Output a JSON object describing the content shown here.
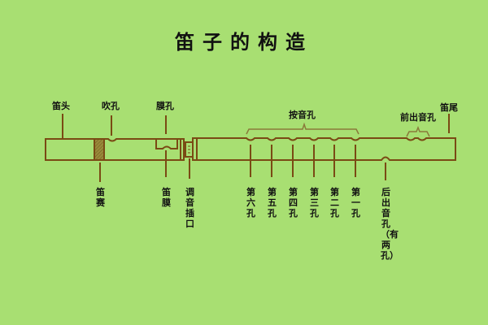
{
  "title": "笛子的构造",
  "colors": {
    "background": "#a8df72",
    "outline": "#7a4a14",
    "bracket": "#8a7a3a",
    "plug": "#8a7a30",
    "text": "#111111"
  },
  "top_labels": {
    "head": "笛头",
    "blow_hole": "吹孔",
    "membrane_hole": "膜孔",
    "finger_holes": "按音孔",
    "front_out_holes": "前出音孔",
    "tail": "笛尾"
  },
  "bottom_labels": {
    "plug": "笛赛",
    "membrane": "笛膜",
    "tuning_joint": "调音插口",
    "hole6": "第六孔",
    "hole5": "第五孔",
    "hole4": "第四孔",
    "hole3": "第三孔",
    "hole2": "第二孔",
    "hole1": "第一孔",
    "rear_out_holes": "后出音孔（有两孔）"
  }
}
